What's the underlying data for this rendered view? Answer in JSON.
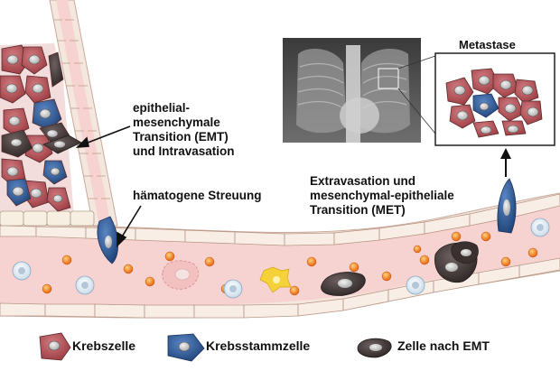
{
  "labels": {
    "emt_line1": "epithelial-",
    "emt_line2": "mesenchymale",
    "emt_line3": "Transition (EMT)",
    "emt_line4": "und Intravasation",
    "haematogenous": "hämatogene Streuung",
    "met_line1": "Extravasation und",
    "met_line2": "mesenchymal-epitheliale",
    "met_line3": "Transition (MET)",
    "metastasis": "Metastase"
  },
  "legend": {
    "cancer_cell": "Krebszelle",
    "stem_cell": "Krebsstammzelle",
    "emt_cell": "Zelle nach EMT"
  },
  "colors": {
    "cancer_cell": "#b5555a",
    "stem_cell": "#2d5c9a",
    "emt_cell": "#4a3f3f",
    "vessel_fill": "#f7dcd9",
    "vessel_wall": "#f3e6dc",
    "blood_dot": "#f07a1e"
  }
}
